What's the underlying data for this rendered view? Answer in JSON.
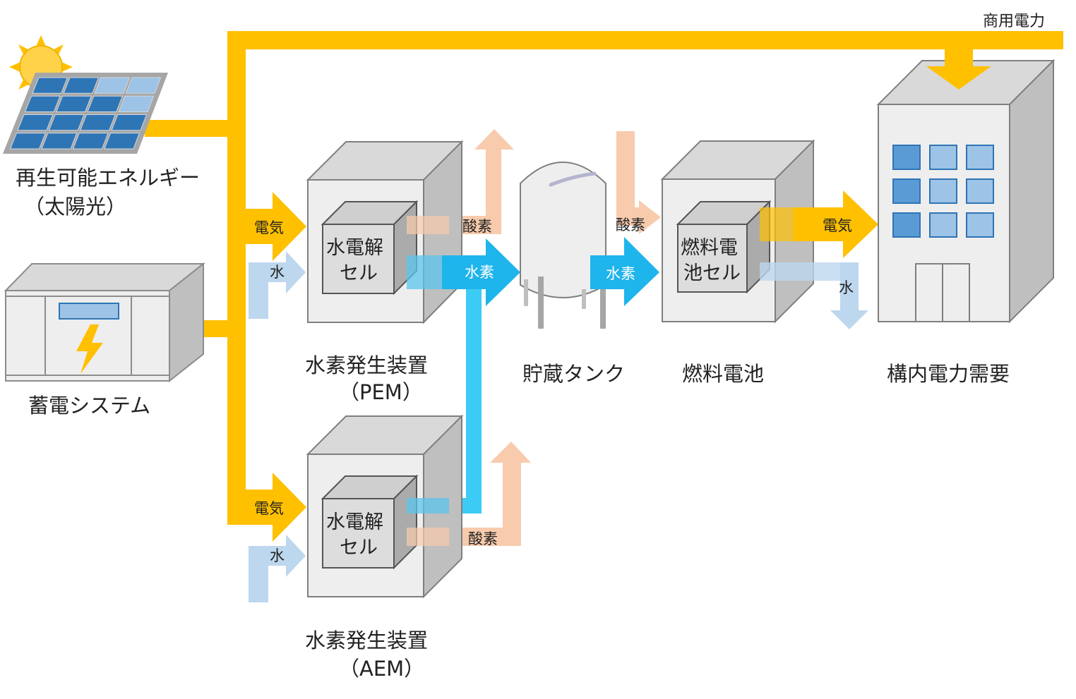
{
  "labels": {
    "grid_power": "商用電力",
    "renewable_line1": "再生可能エネルギー",
    "renewable_line2": "（太陽光）",
    "storage": "蓄電システム",
    "pem_line1": "水素発生装置",
    "pem_line2": "（PEM）",
    "aem_line1": "水素発生装置",
    "aem_line2": "（AEM）",
    "tank": "貯蔵タンク",
    "fuel_cell": "燃料電池",
    "demand": "構内電力需要",
    "electrolysis_cell_line1": "水電解",
    "electrolysis_cell_line2": "セル",
    "fuel_cell_unit_line1": "燃料電",
    "fuel_cell_unit_line2": "池セル"
  },
  "flows": {
    "electricity": "電気",
    "water": "水",
    "hydrogen": "水素",
    "oxygen": "酸素"
  },
  "colors": {
    "electricity": "#FFC000",
    "hydrogen": "#1EB4EC",
    "hydrogen_pipe": "#3CCBF4",
    "water": "#BDD7EE",
    "oxygen": "#F8CBAD",
    "box_gray": "#EEEEEE",
    "panel_blue": "#2E75B6"
  }
}
